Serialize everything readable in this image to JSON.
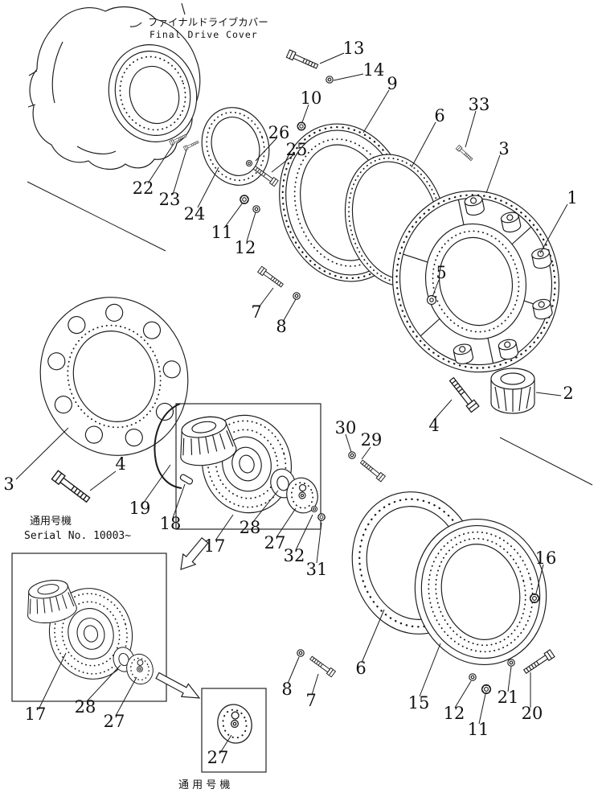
{
  "header": {
    "label_jp": "ファイナルドライブカバー",
    "label_en": "Final Drive Cover"
  },
  "serial_note": {
    "jp": "通用号機",
    "en": "Serial  No. 10003~"
  },
  "footer": {
    "jp": "通 用 号 機"
  },
  "callouts": [
    {
      "label": "13"
    },
    {
      "label": "14"
    },
    {
      "label": "10"
    },
    {
      "label": "9"
    },
    {
      "label": "33"
    },
    {
      "label": "6"
    },
    {
      "label": "3"
    },
    {
      "label": "1"
    },
    {
      "label": "26"
    },
    {
      "label": "25"
    },
    {
      "label": "22"
    },
    {
      "label": "23"
    },
    {
      "label": "24"
    },
    {
      "label": "11"
    },
    {
      "label": "12"
    },
    {
      "label": "5"
    },
    {
      "label": "7"
    },
    {
      "label": "8"
    },
    {
      "label": "4"
    },
    {
      "label": "2"
    },
    {
      "label": "3"
    },
    {
      "label": "4"
    },
    {
      "label": "19"
    },
    {
      "label": "18"
    },
    {
      "label": "17"
    },
    {
      "label": "28"
    },
    {
      "label": "27"
    },
    {
      "label": "32"
    },
    {
      "label": "31"
    },
    {
      "label": "30"
    },
    {
      "label": "29"
    },
    {
      "label": "16"
    },
    {
      "label": "6"
    },
    {
      "label": "15"
    },
    {
      "label": "8"
    },
    {
      "label": "7"
    },
    {
      "label": "12"
    },
    {
      "label": "11"
    },
    {
      "label": "21"
    },
    {
      "label": "20"
    },
    {
      "label": "17"
    },
    {
      "label": "28"
    },
    {
      "label": "27"
    },
    {
      "label": "27"
    }
  ]
}
